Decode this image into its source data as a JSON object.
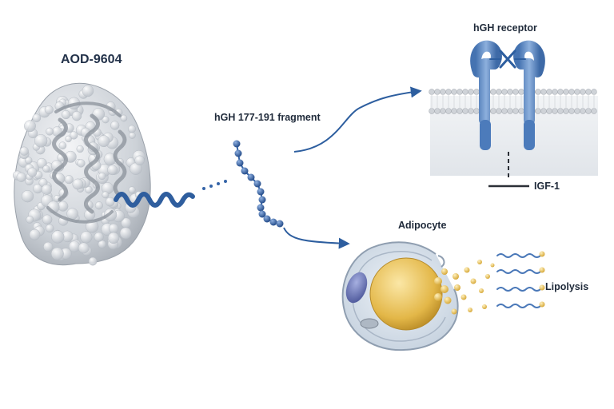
{
  "labels": {
    "protein_name": "AOD-9604",
    "fragment": "hGH 177-191 fragment",
    "receptor": "hGH receptor",
    "igf": "IGF-1",
    "cell": "Adipocyte",
    "effect": "Lipolysis"
  },
  "colors": {
    "protein_surface": "#d9dde2",
    "helix": "#2f5e9e",
    "bead": "#3564a8",
    "arrow": "#2d5e9f",
    "receptor": "#5b86c0",
    "membrane_head": "#c7cbd0",
    "lipid_droplet": "#e2b94a",
    "nucleus": "#6d78b5",
    "fatty_acid": "#4a78b8",
    "glycerol_dot": "#e6bf5c"
  },
  "icons": [
    "protein-surface",
    "receptor-block-x-icon",
    "inhibition-bar-icon"
  ]
}
